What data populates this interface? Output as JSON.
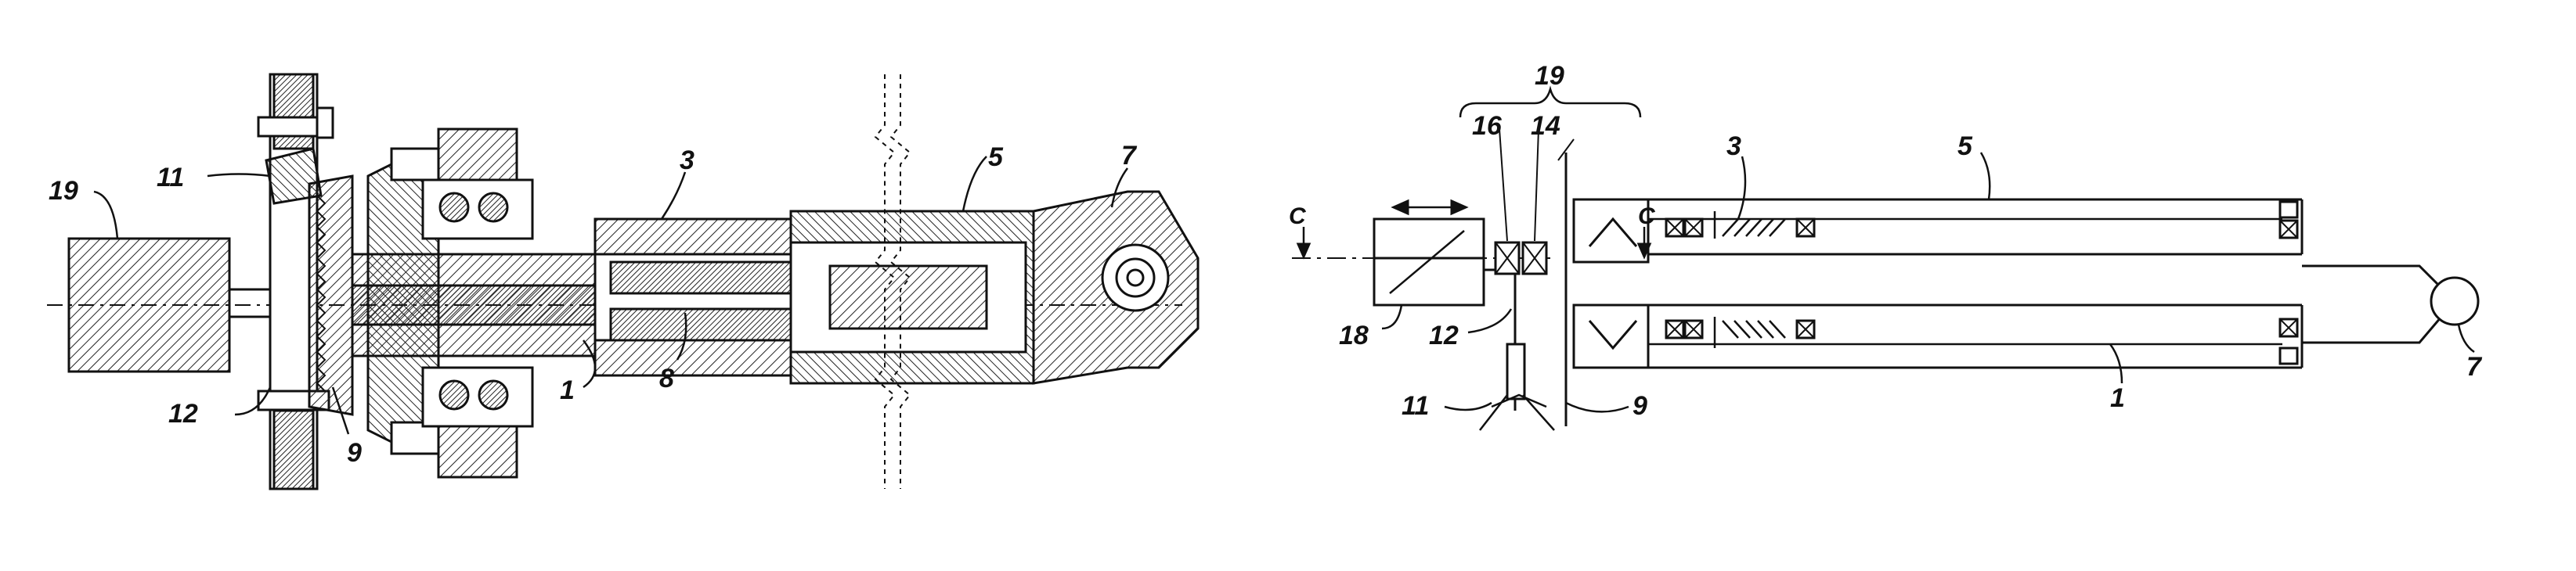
{
  "figure_left": {
    "labels": {
      "l19": "19",
      "l11": "11",
      "l12": "12",
      "l9": "9",
      "l3": "3",
      "l1": "1",
      "l8": "8",
      "l5": "5",
      "l7": "7"
    }
  },
  "figure_right": {
    "labels": {
      "l19": "19",
      "l16": "16",
      "l14": "14",
      "l3": "3",
      "l5": "5",
      "lC1": "C",
      "lC2": "C",
      "l18": "18",
      "l12": "12",
      "l11": "11",
      "l9": "9",
      "l1": "1",
      "l7": "7"
    }
  },
  "colors": {
    "ink": "#111111",
    "hatch": "#222222"
  }
}
